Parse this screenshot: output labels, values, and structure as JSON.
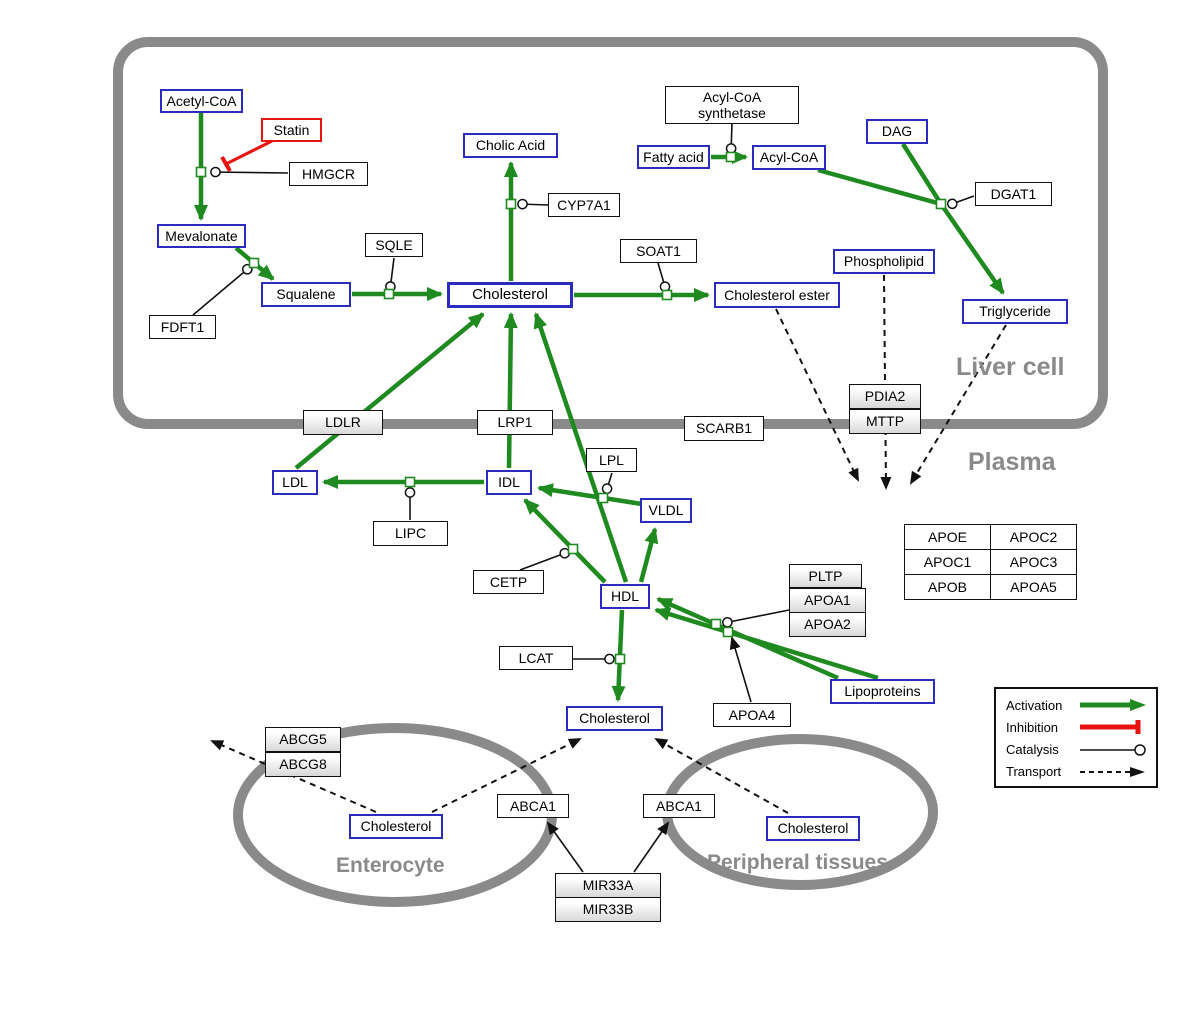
{
  "compartments": {
    "liver_cell": "Liver cell",
    "plasma": "Plasma",
    "enterocyte": "Enterocyte",
    "peripheral_tissues": "Peripheral tissues"
  },
  "nodes": {
    "acetyl_coa": "Acetyl-CoA",
    "statin": "Statin",
    "hmgcr": "HMGCR",
    "mevalonate": "Mevalonate",
    "fdft1": "FDFT1",
    "squalene": "Squalene",
    "sqle": "SQLE",
    "cholic_acid": "Cholic Acid",
    "cyp7a1": "CYP7A1",
    "cholesterol_liver": "Cholesterol",
    "soat1": "SOAT1",
    "cholesterol_ester": "Cholesterol ester",
    "acyl_coa_synthetase": "Acyl-CoA synthetase",
    "fatty_acid": "Fatty acid",
    "acyl_coa": "Acyl-CoA",
    "dag": "DAG",
    "dgat1": "DGAT1",
    "phospholipid": "Phospholipid",
    "triglyceride": "Triglyceride",
    "ldlr": "LDLR",
    "lrp1": "LRP1",
    "scarb1": "SCARB1",
    "pdia2": "PDIA2",
    "mttp": "MTTP",
    "ldl": "LDL",
    "idl": "IDL",
    "vldl": "VLDL",
    "hdl": "HDL",
    "lipc": "LIPC",
    "lpl": "LPL",
    "cetp": "CETP",
    "pltp": "PLTP",
    "apoa1": "APOA1",
    "apoa2": "APOA2",
    "apoa4": "APOA4",
    "lcat": "LCAT",
    "lipoproteins": "Lipoproteins",
    "cholesterol_plasma": "Cholesterol",
    "abcg5": "ABCG5",
    "abcg8": "ABCG8",
    "cholesterol_enterocyte": "Cholesterol",
    "abca1_left": "ABCA1",
    "abca1_right": "ABCA1",
    "cholesterol_peripheral": "Cholesterol",
    "mir33a": "MIR33A",
    "mir33b": "MIR33B"
  },
  "apo_table": {
    "rows": [
      [
        "APOE",
        "APOC2"
      ],
      [
        "APOC1",
        "APOC3"
      ],
      [
        "APOB",
        "APOA5"
      ]
    ]
  },
  "legend": {
    "activation": "Activation",
    "inhibition": "Inhibition",
    "catalysis": "Catalysis",
    "transport": "Transport"
  },
  "colors": {
    "activation_green": "#1f8a1f",
    "inhibition_red": "#e81410",
    "metabolite_border_blue": "#2b2bbf",
    "compartment_gray": "#8a8a8a",
    "catalysis_black": "#111111"
  }
}
